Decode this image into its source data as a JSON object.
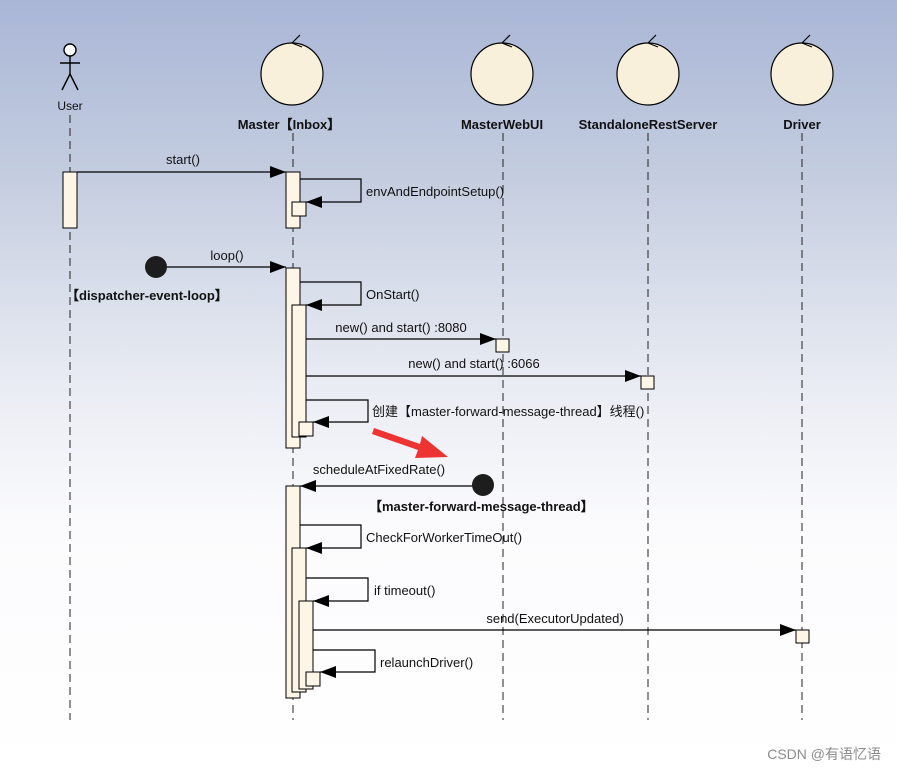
{
  "participants": {
    "user": "User",
    "master": "Master【Inbox】",
    "webui": "MasterWebUI",
    "rest": "StandaloneRestServer",
    "driver": "Driver"
  },
  "messages": {
    "start": "start()",
    "env_setup": "envAndEndpointSetup()",
    "loop": "loop()",
    "on_start": "OnStart()",
    "webui_start": "new() and start() :8080",
    "rest_start": "new() and start() :6066",
    "create_thread": "创建【master-forward-message-thread】线程()",
    "schedule": "scheduleAtFixedRate()",
    "check_timeout": "CheckForWorkerTimeOut()",
    "if_timeout": "if timeout()",
    "send": "send(ExecutorUpdated)",
    "relaunch": "relaunchDriver()"
  },
  "annotations": {
    "dispatcher": "【dispatcher-event-loop】",
    "forward_thread": "【master-forward-message-thread】"
  },
  "colors": {
    "activation_fill": "#fdf5e6",
    "entity_fill": "#f9f0dc",
    "arrow": "#000000",
    "highlight_arrow": "#ee3333"
  },
  "watermark": "CSDN @有语忆语"
}
